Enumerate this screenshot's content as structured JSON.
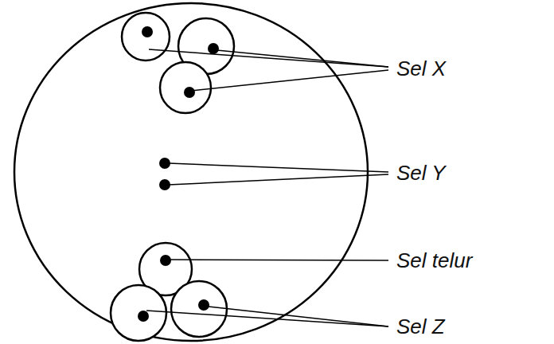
{
  "diagram": {
    "labels": [
      "Sel X",
      "Sel Y",
      "Sel telur",
      "Sel Z"
    ]
  }
}
